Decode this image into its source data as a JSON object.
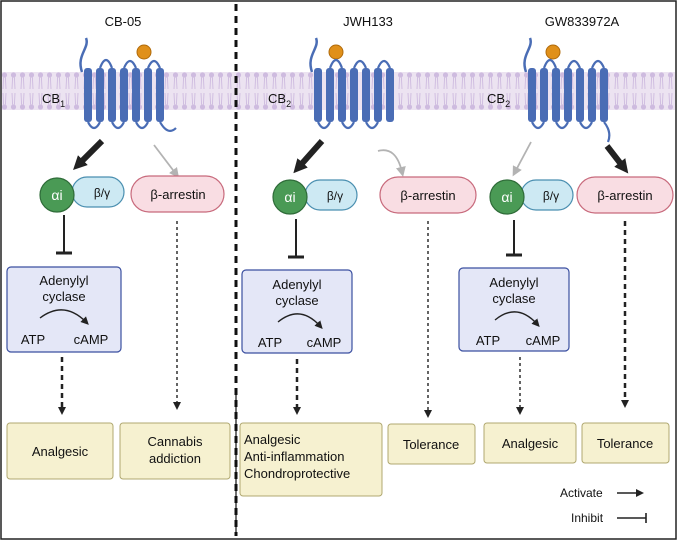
{
  "ligands": {
    "left": "CB-05",
    "middle": "JWH133",
    "right": "GW833972A"
  },
  "receptors": {
    "left": "CB",
    "left_sub": "1",
    "middle": "CB",
    "middle_sub": "2",
    "right": "CB",
    "right_sub": "2"
  },
  "proteins": {
    "g_alpha": "αi",
    "g_beta_gamma": "β/γ",
    "arrestin": "β-arrestin"
  },
  "enzyme": {
    "line1": "Adenylyl",
    "line2": "cyclase",
    "substrate": "ATP",
    "product": "cAMP"
  },
  "outcomes": {
    "analgesic": "Analgesic",
    "cannabis_line1": "Cannabis",
    "cannabis_line2": "addiction",
    "multi_line1": "Analgesic",
    "multi_line2": "Anti-inflammation",
    "multi_line3": "Chondroprotective",
    "tolerance": "Tolerance"
  },
  "legend": {
    "activate": "Activate",
    "inhibit": "Inhibit"
  },
  "colors": {
    "membrane_pink": "#ece3f1",
    "receptor_blue": "#4a6db5",
    "ligand_orange": "#e0901a",
    "g_alpha_green": "#4a9a55",
    "beta_gamma_blue": "#cde9f3",
    "arrestin_pink": "#f9dde3",
    "enzyme_box": "#e4e7f7",
    "outcome_box": "#f6f1d0"
  }
}
